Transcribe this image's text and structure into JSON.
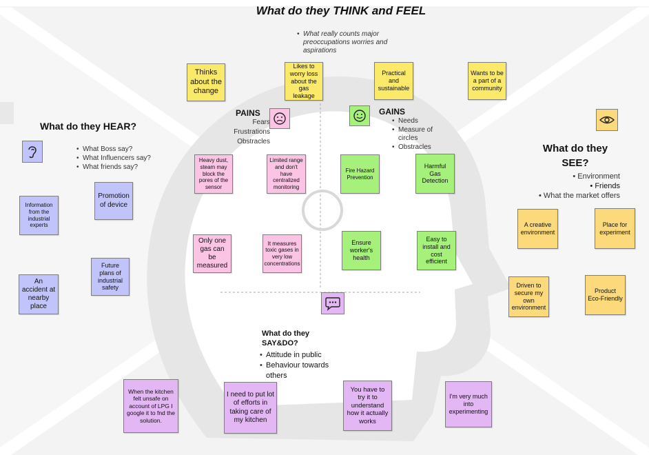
{
  "think_feel": {
    "title": "What do they THINK and FEEL",
    "bullets": [
      "What really counts major preoccupations worries and aspirations"
    ],
    "notes": [
      "Thinks about the change",
      "Likes to worry loss about the gas leakage",
      "Practical and sustainable",
      "Wants to be a part of a community"
    ]
  },
  "pains": {
    "title": "PAINS",
    "bullets": [
      "Fears",
      "Frustrations",
      "Obstracles"
    ],
    "notes": [
      "Heavy dust, steam may block the pores of the sensor",
      "Limited range and don't have centralized monitoring",
      "Only one gas can be measured",
      "It measures toxic gases in very low concentrations"
    ]
  },
  "gains": {
    "title": "GAINS",
    "bullets": [
      "Needs",
      "Measure of circles",
      "Obstracles"
    ],
    "notes": [
      "Fire Hazard Prevention",
      "Harmful Gas Detection",
      "Ensure worker's health",
      "Easy to install and cost efficient"
    ]
  },
  "hear": {
    "title": "What do they HEAR?",
    "bullets": [
      "What Boss say?",
      "What Influencers say?",
      "What friends say?"
    ],
    "notes": [
      "Information from the industrial experts",
      "Promotion of device",
      "Future plans of industrial safety",
      "An accident at nearby place"
    ]
  },
  "see": {
    "title": "What do they SEE?",
    "bullets": [
      "Environment",
      "Friends",
      "What  the market offers"
    ],
    "notes": [
      "A creative environment",
      "Place for experiment",
      "Driven to secure my own environment",
      "Product Eco-Friendly"
    ]
  },
  "say_do": {
    "title": "What do they SAY&DO?",
    "bullets": [
      "Attitude in public",
      "Behaviour towards others"
    ],
    "notes": [
      "When the kitchen felt unsafe on account of LPG I google it to fnd the solution.",
      "I need to put lot of efforts in taking care of my kitchen",
      "You have to try it to understand how it actually works",
      "I'm very much into experimenting"
    ]
  },
  "colors": {
    "yellow": "#fbe96a",
    "orange": "#fcd97b",
    "pink": "#fbc3e4",
    "green": "#a6f07c",
    "blue": "#c1c4fb",
    "purple": "#e3b6f4",
    "background_shape": "#eeeeee"
  },
  "icons": [
    "ear-icon",
    "eye-icon",
    "sad-face-icon",
    "happy-face-icon",
    "speech-bubble-icon"
  ]
}
